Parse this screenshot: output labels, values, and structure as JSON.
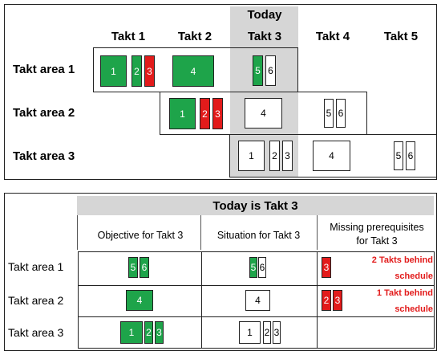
{
  "schedule": {
    "today_label": "Today",
    "columns": [
      "Takt 1",
      "Takt 2",
      "Takt 3",
      "Takt 4",
      "Takt 5"
    ],
    "rows": [
      "Takt area 1",
      "Takt area 2",
      "Takt area 3"
    ],
    "area1": {
      "t1": [
        "1",
        "2",
        "3"
      ],
      "t2": "4",
      "t3": [
        "5",
        "6"
      ]
    },
    "area2": {
      "t2": [
        "1",
        "2",
        "3"
      ],
      "t3": "4",
      "t4": [
        "5",
        "6"
      ]
    },
    "area3": {
      "t3": [
        "1",
        "2",
        "3"
      ],
      "t4": "4",
      "t5": [
        "5",
        "6"
      ]
    }
  },
  "status": {
    "title": "Today is Takt 3",
    "col_objective": "Objective for Takt 3",
    "col_situation": "Situation for Takt 3",
    "col_missing_line1": "Missing prerequisites",
    "col_missing_line2": "for Takt 3",
    "rows": [
      "Takt area 1",
      "Takt area 2",
      "Takt area 3"
    ],
    "area1": {
      "objective": [
        "5",
        "6"
      ],
      "situation": [
        "5",
        "6"
      ],
      "missing": [
        "3"
      ],
      "note_line1": "2 Takts behind",
      "note_line2": "schedule"
    },
    "area2": {
      "objective": "4",
      "situation": "4",
      "missing": [
        "2",
        "3"
      ],
      "note_line1": "1 Takt behind",
      "note_line2": "schedule"
    },
    "area3": {
      "objective": [
        "1",
        "2",
        "3"
      ],
      "situation": [
        "1",
        "2",
        "3"
      ]
    }
  },
  "colors": {
    "green": "#1ea44a",
    "red": "#e21b1b",
    "gray": "#d6d6d6"
  }
}
